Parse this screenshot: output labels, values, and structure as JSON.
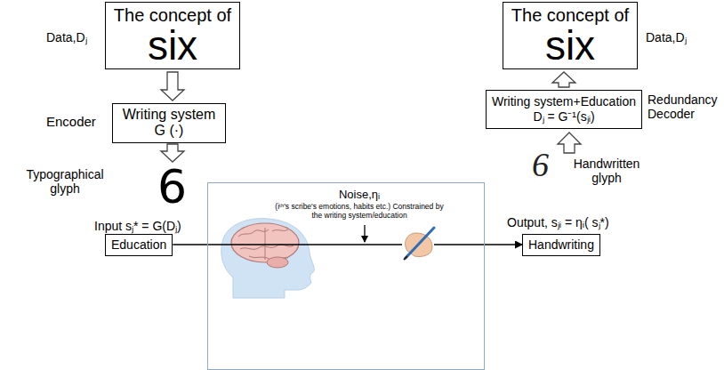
{
  "diagram": {
    "nodes": [
      {
        "text": [
          "The concept of",
          "six"
        ]
      },
      {
        "text": [
          "Writing system",
          "G (·)"
        ]
      },
      {
        "text": [
          "Education"
        ]
      },
      {
        "text": [
          "Noise,ηᵢ",
          "(iᵗʰ's scribe's emotions, habits etc.) Constrained by the writing system/education"
        ]
      },
      {
        "text": [
          "Handwriting"
        ]
      },
      {
        "text": [
          "Writing system+Education",
          "Dⱼ = G⁻¹(sⱼᵢ)"
        ]
      },
      {
        "text": [
          "The concept of",
          "six"
        ]
      }
    ],
    "edges": [
      {
        "from": 0,
        "to": 1,
        "arrow": "to"
      },
      {
        "from": 2,
        "to": 3,
        "arrow": "none"
      },
      {
        "from": 3,
        "to": 4,
        "arrow": "to"
      },
      {
        "from": 5,
        "to": 6,
        "arrow": "to"
      }
    ],
    "labels": [
      "Data,Dⱼ",
      "Encoder",
      "Typographical glyph",
      "6",
      "Input sⱼ* = G(Dⱼ)",
      "Handwritten glyph",
      "6",
      "Output, sⱼᵢ = ηᵢ( sⱼ*)",
      "Redundancy Decoder",
      "Data,Dⱼ"
    ]
  }
}
